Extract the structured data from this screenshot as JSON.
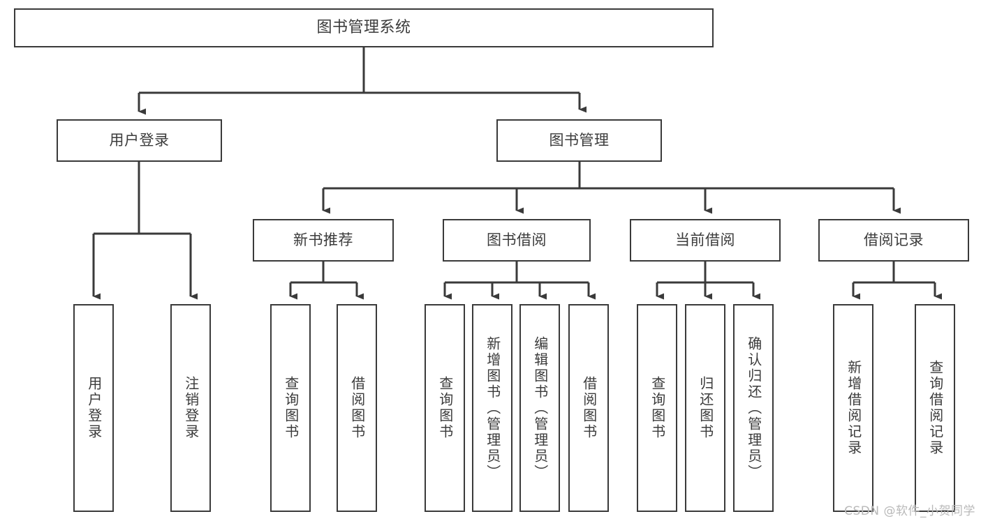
{
  "diagram": {
    "title": "图书管理系统",
    "type": "tree",
    "orientation": "top-down",
    "colors": {
      "box_border": "#3a3a3a",
      "box_fill": "#ffffff",
      "text": "#3b3b3b",
      "connector": "#3a3a3a",
      "watermark": "#b9b9b9",
      "background": "#ffffff"
    }
  },
  "nodes": {
    "root": {
      "label": "图书管理系统"
    },
    "level1": [
      {
        "id": "user-login",
        "label": "用户登录"
      },
      {
        "id": "book-manage",
        "label": "图书管理"
      }
    ],
    "level2": [
      {
        "id": "new-book-recommend",
        "label": "新书推荐"
      },
      {
        "id": "book-borrow",
        "label": "图书借阅"
      },
      {
        "id": "current-borrow",
        "label": "当前借阅"
      },
      {
        "id": "borrow-record",
        "label": "借阅记录"
      }
    ],
    "leaves": {
      "user-login": [
        {
          "id": "leaf-user-login",
          "label": "用户登录"
        },
        {
          "id": "leaf-logout-login",
          "label": "注销登录"
        }
      ],
      "new-book-recommend": [
        {
          "id": "leaf-query-book-1",
          "label": "查询图书"
        },
        {
          "id": "leaf-borrow-book-1",
          "label": "借阅图书"
        }
      ],
      "book-borrow": [
        {
          "id": "leaf-query-book-2",
          "label": "查询图书"
        },
        {
          "id": "leaf-add-book",
          "label": "新增图书（管理员）"
        },
        {
          "id": "leaf-edit-book",
          "label": "编辑图书（管理员）"
        },
        {
          "id": "leaf-borrow-book-2",
          "label": "借阅图书"
        }
      ],
      "current-borrow": [
        {
          "id": "leaf-query-book-3",
          "label": "查询图书"
        },
        {
          "id": "leaf-return-book",
          "label": "归还图书"
        },
        {
          "id": "leaf-confirm-return",
          "label": "确认归还（管理员）"
        }
      ],
      "borrow-record": [
        {
          "id": "leaf-add-record",
          "label": "新增借阅记录"
        },
        {
          "id": "leaf-query-record",
          "label": "查询借阅记录"
        }
      ]
    }
  },
  "watermark": {
    "text": "CSDN @软件_小贺同学"
  }
}
